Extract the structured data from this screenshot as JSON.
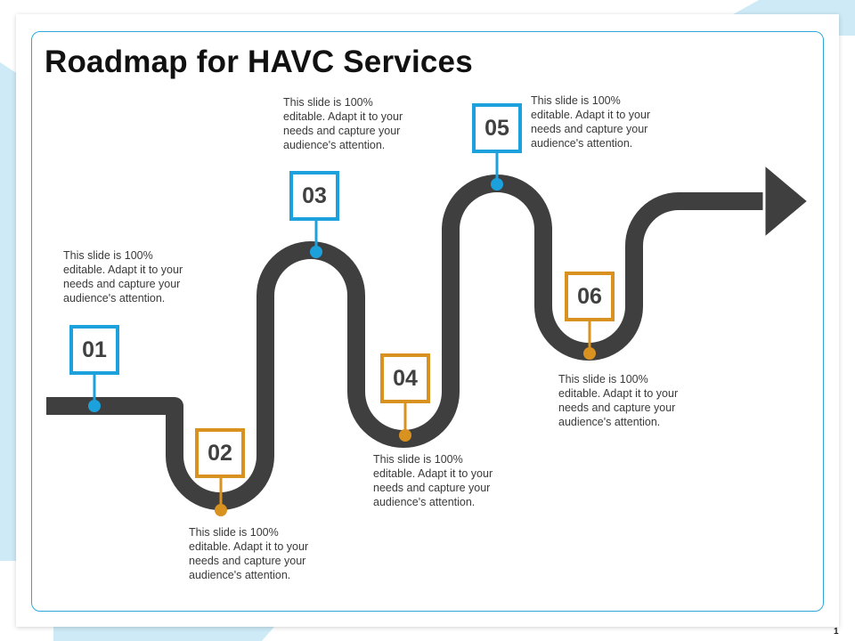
{
  "slide": {
    "title": "Roadmap for HAVC Services",
    "page_number": "1"
  },
  "colors": {
    "blue": "#1da1dc",
    "orange": "#d9911f",
    "road": "#3f3f3f",
    "frame": "#2ea8d8"
  },
  "milestones": [
    {
      "number": "01",
      "accent": "blue",
      "text": "This slide is 100% editable. Adapt it to your needs and capture your audience's attention."
    },
    {
      "number": "02",
      "accent": "orange",
      "text": "This slide is 100% editable. Adapt it to your needs and capture your audience's attention."
    },
    {
      "number": "03",
      "accent": "blue",
      "text": "This slide is 100% editable. Adapt it to your needs and capture your audience's attention."
    },
    {
      "number": "04",
      "accent": "orange",
      "text": "This slide is 100% editable. Adapt it to your needs and capture your audience's attention."
    },
    {
      "number": "05",
      "accent": "blue",
      "text": "This slide is 100% editable. Adapt it to your needs and capture your audience's attention."
    },
    {
      "number": "06",
      "accent": "orange",
      "text": "This slide is 100% editable. Adapt it to your needs and capture your audience's attention."
    }
  ]
}
